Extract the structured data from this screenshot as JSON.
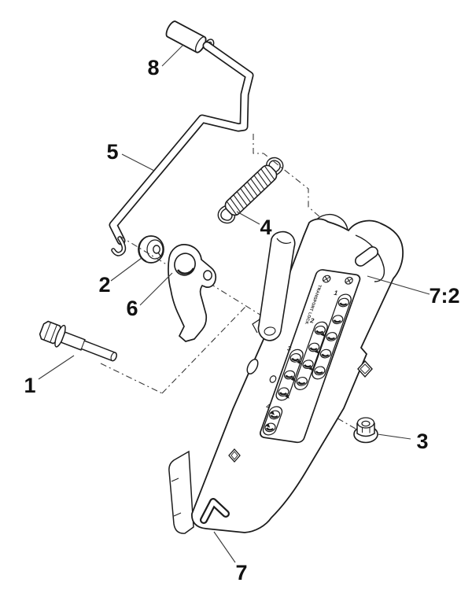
{
  "diagram": {
    "background_color": "#ffffff",
    "line_color": "#1c1c1c",
    "callouts": [
      {
        "id": "1",
        "text": "1"
      },
      {
        "id": "2",
        "text": "2"
      },
      {
        "id": "3",
        "text": "3"
      },
      {
        "id": "4",
        "text": "4"
      },
      {
        "id": "5",
        "text": "5"
      },
      {
        "id": "6",
        "text": "6"
      },
      {
        "id": "7",
        "text": "7"
      },
      {
        "id": "7-2",
        "text": "7:2"
      },
      {
        "id": "8",
        "text": "8"
      }
    ],
    "decal": {
      "label": "TRANSPORT LOCK",
      "position_numbers": [
        "1",
        "2",
        "3",
        "4"
      ]
    }
  }
}
